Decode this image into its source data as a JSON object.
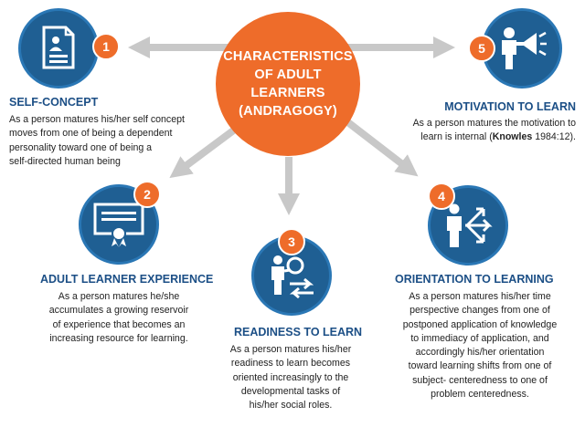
{
  "center": {
    "line1": "CHARACTERISTICS",
    "line2": "OF ADULT LEARNERS",
    "line3": "(ANDRAGOGY)"
  },
  "items": [
    {
      "number": "1",
      "title": "SELF-CONCEPT",
      "lines": [
        "As a person matures his/her self concept",
        "moves from one of being a dependent",
        "personality toward one of being a",
        "self-directed human being"
      ]
    },
    {
      "number": "2",
      "title": "ADULT LEARNER EXPERIENCE",
      "lines": [
        "As a person matures he/she",
        "accumulates a growing reservoir",
        "of experience that becomes an",
        "increasing resource for learning."
      ]
    },
    {
      "number": "3",
      "title": "READINESS TO LEARN",
      "lines": [
        "As a person matures his/her",
        "readiness to learn becomes",
        "oriented increasingly to the",
        "developmental tasks of",
        "his/her social roles."
      ]
    },
    {
      "number": "4",
      "title": "ORIENTATION TO LEARNING",
      "lines": [
        "As a person matures his/her time",
        "perspective changes from one of",
        "postponed application of knowledge",
        "to immediacy of application, and",
        "accordingly his/her orientation",
        "toward learning shifts from one of",
        "subject- centeredness to one of",
        "problem centeredness."
      ]
    },
    {
      "number": "5",
      "title": "MOTIVATION TO LEARN",
      "line1": "As a person matures the motivation to",
      "line2_pre": "learn is internal (",
      "line2_bold": "Knowles",
      "line2_post": " 1984:12)."
    }
  ],
  "icons": {
    "item1": "id-document-icon",
    "item2": "certificate-icon",
    "item3": "person-magnifier-icon",
    "item4": "person-direction-arrows-icon",
    "item5": "person-megaphone-icon"
  },
  "colors": {
    "accent_orange": "#ee6c2a",
    "icon_blue": "#1f5f93",
    "title_blue": "#1c4f86",
    "arrow_gray": "#c8c8c8"
  }
}
